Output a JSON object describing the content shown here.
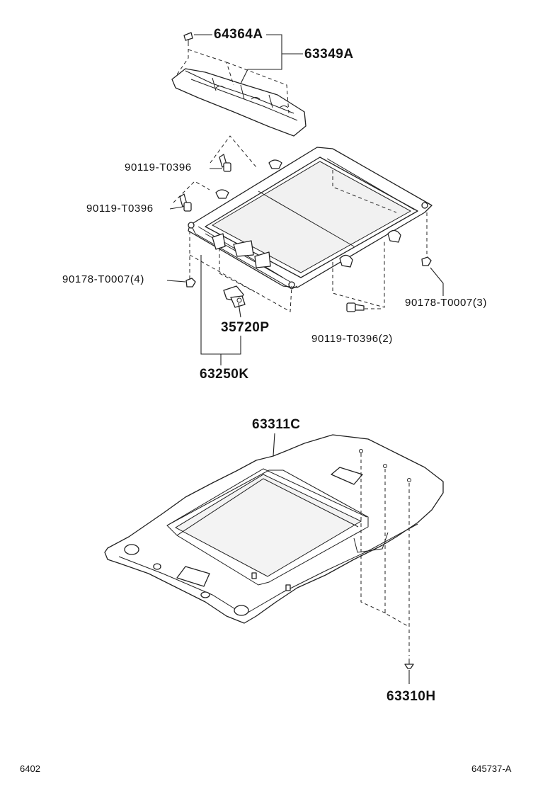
{
  "callouts": {
    "p64364A": "64364A",
    "p63349A": "63349A",
    "p90119a": "90119-T0396",
    "p90119b": "90119-T0396",
    "p90178_4": "90178-T0007(4)",
    "p90178_3": "90178-T0007(3)",
    "p90119_2": "90119-T0396(2)",
    "p35720P": "35720P",
    "p63250K": "63250K",
    "p63311C": "63311C",
    "p63310H": "63310H"
  },
  "footer": {
    "left_code": "6402",
    "right_code": "645737-A"
  }
}
